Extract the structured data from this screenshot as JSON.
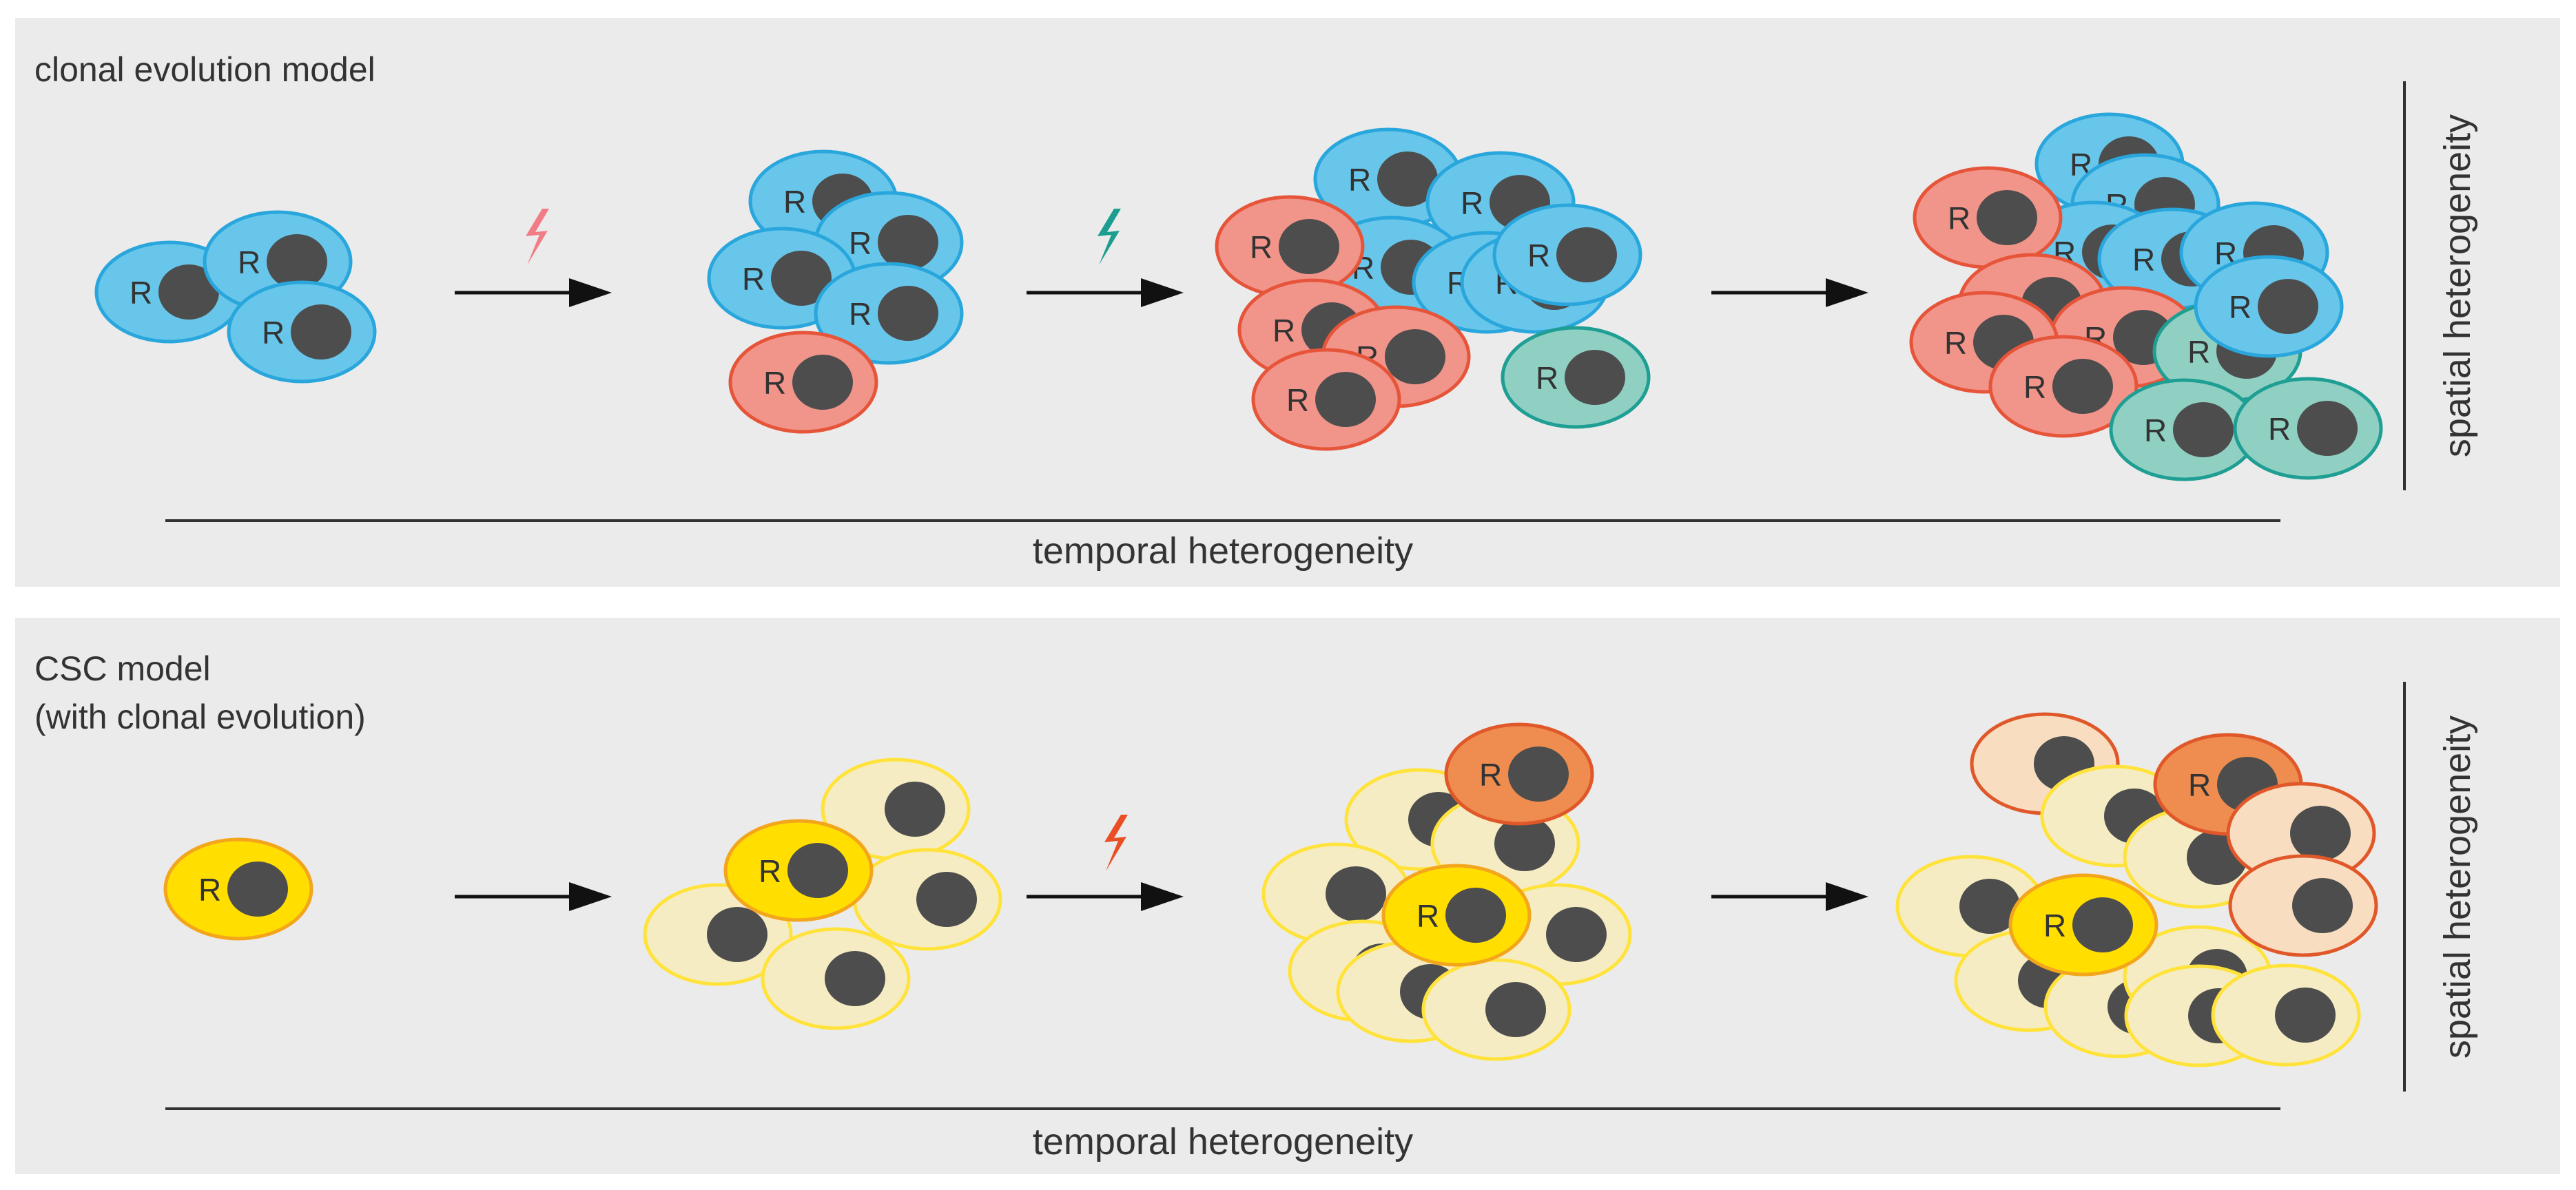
{
  "colors": {
    "blue_fill": "#67c6ea",
    "blue_stroke": "#29a6dc",
    "red_fill": "#f1948a",
    "red_stroke": "#e6553a",
    "teal_fill": "#8fd0c3",
    "teal_stroke": "#1f9e93",
    "yellow_fill": "#ffde00",
    "yellow_stroke": "#f3a51c",
    "pale_fill": "#f6ecc3",
    "pale_stroke": "#ffe33a",
    "orange_fill": "#ee8d4f",
    "orange_stroke": "#e0582a",
    "peach_fill": "#f8ddc0",
    "peach_stroke": "#e0582a",
    "nucleus": "#4d4d4d",
    "bolt_pink": "#f07d86",
    "bolt_teal": "#1b9d8f",
    "bolt_orange": "#e94e24"
  },
  "top_panel": {
    "title": "clonal evolution model",
    "temporal_label": "temporal heterogeneity",
    "spatial_label": "spatial heterogeneity"
  },
  "bottom_panel": {
    "title_line1": "CSC model",
    "title_line2": "(with clonal evolution)",
    "temporal_label": "temporal heterogeneity",
    "spatial_label": "spatial heterogeneity"
  },
  "cell_letter": "R"
}
